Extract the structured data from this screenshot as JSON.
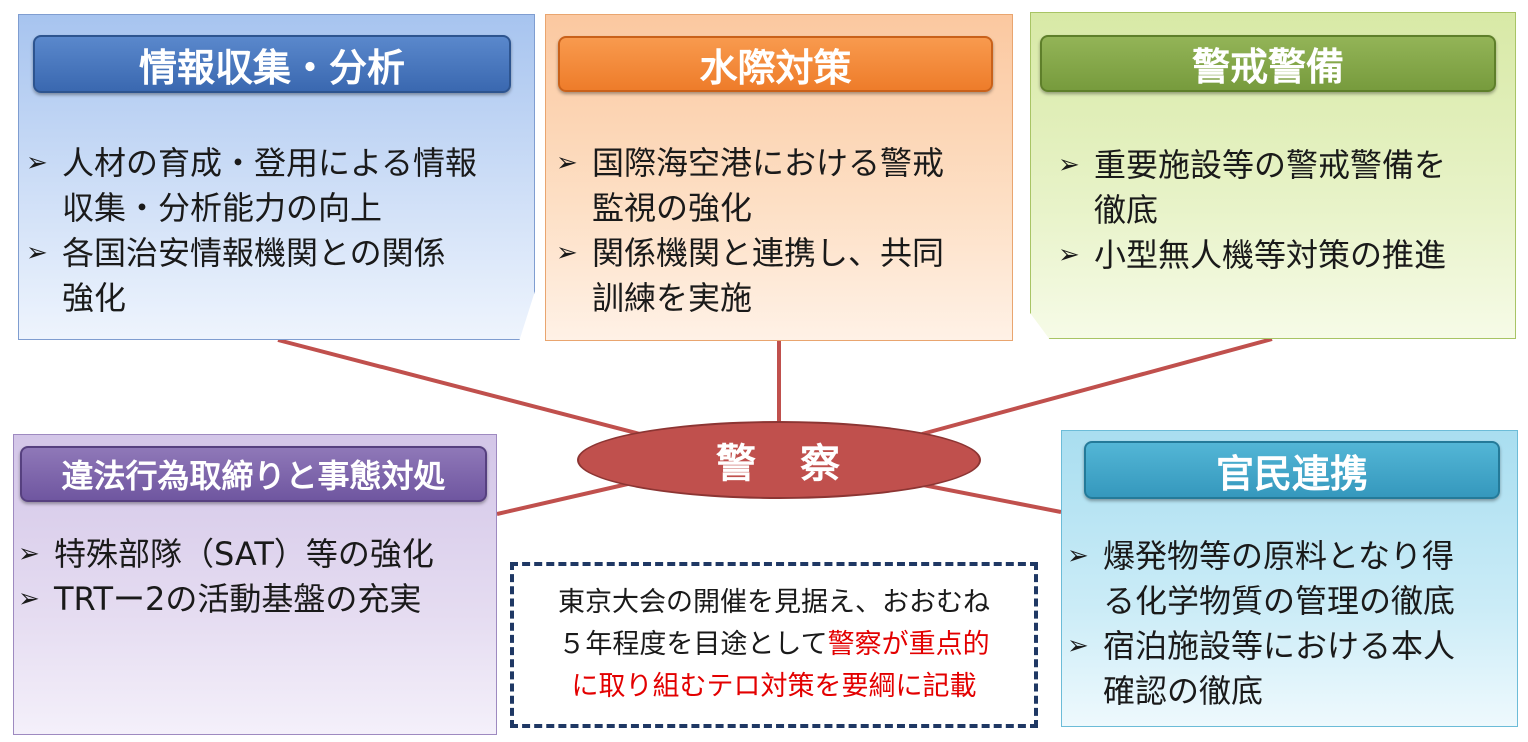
{
  "center": {
    "label": "警　察"
  },
  "sections": {
    "info": {
      "title": "情報収集・分析",
      "items": [
        "人材の育成・登用による情報\n収集・分析能力の向上",
        "各国治安情報機関との関係\n強化"
      ]
    },
    "water": {
      "title": "水際対策",
      "items": [
        "国際海空港における警戒\n監視の強化",
        "関係機関と連携し、共同\n訓練を実施"
      ]
    },
    "guard": {
      "title": "警戒警備",
      "items": [
        "重要施設等の警戒警備を\n徹底",
        "小型無人機等対策の推進"
      ]
    },
    "illegal": {
      "title": "違法行為取締りと事態対処",
      "items": [
        "特殊部隊（SAT）等の強化",
        "TRTー2の活動基盤の充実"
      ]
    },
    "publicprivate": {
      "title": "官民連携",
      "items": [
        "爆発物等の原料となり得\nる化学物質の管理の徹底",
        "宿泊施設等における本人\n確認の徹底"
      ]
    }
  },
  "bullet_glyph": "➢",
  "note": {
    "line1": "東京大会の開催を見据え、おおむね",
    "line2_black": "５年程度を目途として",
    "line2_red": "警察が重点的",
    "line3_red": "に取り組むテロ対策を要綱に記載"
  },
  "colors": {
    "connector": "#c0504d",
    "center_fill": "#c0504d",
    "highlight_text": "#e30000",
    "note_border": "#1f3864"
  }
}
